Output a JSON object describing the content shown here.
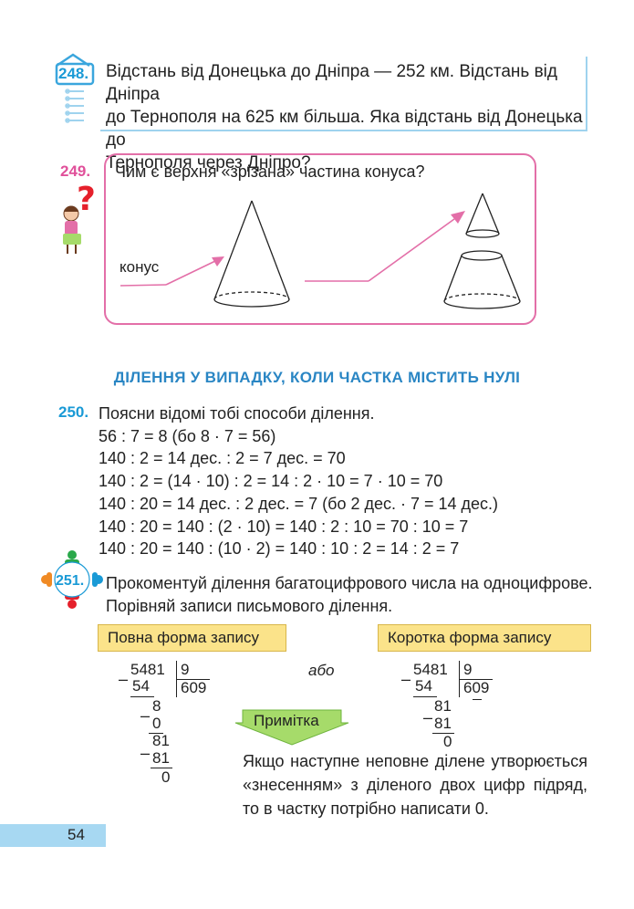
{
  "p248": {
    "number": "248.",
    "lines": [
      "Відстань від Донецька до Дніпра — 252 км. Відстань від Дніпра",
      "до Тернополя на 625 км більша. Яка відстань від Донецька до",
      "Тернополя через Дніпро?"
    ]
  },
  "p249": {
    "number": "249.",
    "question": "Чим є верхня «зрізана» частина конуса?",
    "cone_label": "конус"
  },
  "section_heading": "ДІЛЕННЯ У ВИПАДКУ, КОЛИ ЧАСТКА МІСТИТЬ НУЛІ",
  "p250": {
    "number": "250.",
    "lines": [
      "Поясни відомі тобі способи ділення.",
      "56 : 7 = 8 (бо 8 · 7 = 56)",
      "140 : 2 = 14 дес. : 2 = 7 дес. = 70",
      "140 : 2 = (14 · 10) : 2 = 14 : 2 · 10 = 7 · 10 = 70",
      "140 : 20 = 14 дес. : 2 дес. = 7 (бо 2 дес. · 7 = 14 дес.)",
      "140 : 20 = 140 : (2 · 10) = 140 : 2 : 10 = 70 : 10 = 7",
      "140 : 20 = 140 : (10 · 2) = 140 : 10 : 2 = 14 : 2 = 7"
    ]
  },
  "p251": {
    "number": "251.",
    "lines": [
      "Прокоментуй ділення багатоцифрового числа на одноцифрове.",
      "Порівняй записи письмового ділення."
    ],
    "full_form_label": "Повна форма запису",
    "short_form_label": "Коротка форма запису",
    "or_word": "або",
    "full_division": {
      "dividend": "5481",
      "divisor": "9",
      "first": "54",
      "quotient": "609",
      "r1": "8",
      "s1": "0",
      "r2": "81",
      "s2": "81",
      "remainder": "0"
    },
    "short_division": {
      "dividend": "5481",
      "divisor": "9",
      "first": "54",
      "quotient": "609",
      "r1": "81",
      "s1": "81",
      "remainder": "0"
    },
    "note_label": "Примітка",
    "note_lines": [
      "Якщо наступне неповне ділене утворюється",
      "«знесенням» з діленого двох цифр підряд,",
      "то в частку потрібно написати 0."
    ]
  },
  "page_number": "54",
  "colors": {
    "accent_blue": "#1a9ad6",
    "accent_pink": "#e36fa8",
    "label_yellow": "#fbe38a",
    "note_green": "#a6db6a"
  }
}
